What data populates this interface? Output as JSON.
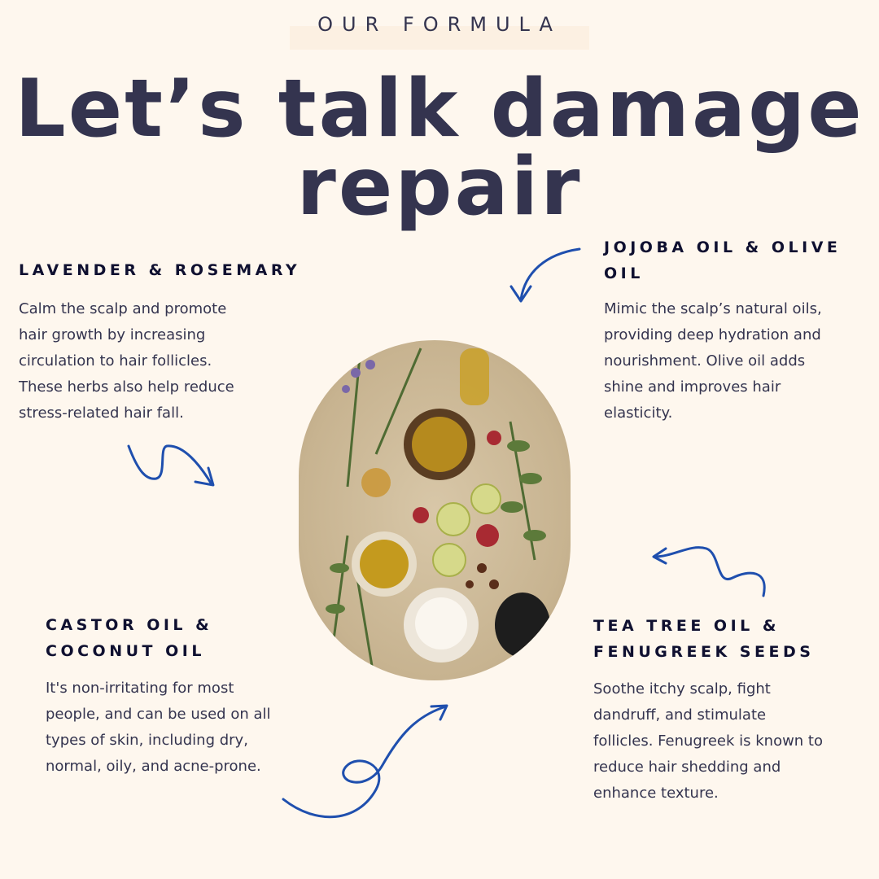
{
  "eyebrow": "OUR FORMULA",
  "title": {
    "line1": "Let’s talk damage",
    "line2": "repair"
  },
  "sections": {
    "lavender": {
      "heading": "LAVENDER & ROSEMARY",
      "body": [
        "Calm the scalp and promote",
        "hair growth by increasing",
        "circulation to hair follicles.",
        "These herbs also help reduce",
        "stress-related hair fall."
      ]
    },
    "jojoba": {
      "heading": [
        "JOJOBA OIL & OLIVE",
        "OIL"
      ],
      "body": [
        "Mimic the scalp’s natural oils,",
        "providing deep hydration and",
        "nourishment. Olive oil adds",
        "shine and improves hair",
        "elasticity."
      ]
    },
    "castor": {
      "heading": [
        "CASTOR OIL &",
        "COCONUT OIL"
      ],
      "body": [
        "It's non-irritating for most",
        "people, and can be used on all",
        "types of skin, including dry,",
        "normal, oily, and acne-prone."
      ]
    },
    "teatree": {
      "heading": [
        "TEA TREE OIL &",
        "FENUGREEK SEEDS"
      ],
      "body": [
        "Soothe itchy scalp, fight",
        "dandruff, and stimulate",
        "follicles. Fenugreek is known to",
        "reduce hair shedding and",
        "enhance texture."
      ]
    }
  },
  "colors": {
    "background": "#fef7ee",
    "text": "#34344f",
    "heading": "#0f1030",
    "arrow": "#1f4fae"
  }
}
